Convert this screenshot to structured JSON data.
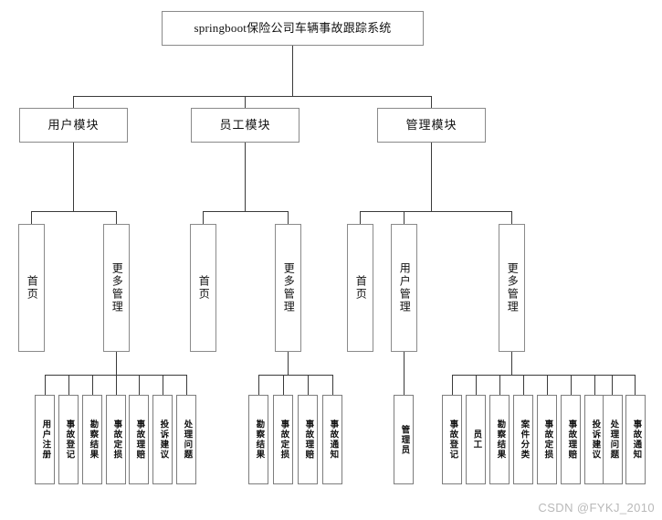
{
  "diagram": {
    "title": "springboot保险公司车辆事故跟踪系统",
    "root": {
      "label": "springboot保险公司车辆事故跟踪系统"
    },
    "modules": [
      {
        "label": "用户模块"
      },
      {
        "label": "员工模块"
      },
      {
        "label": "管理模块"
      }
    ],
    "branches": {
      "user": [
        {
          "label": "首页"
        },
        {
          "label": "更多管理"
        }
      ],
      "staff": [
        {
          "label": "首页"
        },
        {
          "label": "更多管理"
        }
      ],
      "admin": [
        {
          "label": "首页"
        },
        {
          "label": "用户管理"
        },
        {
          "label": "更多管理"
        }
      ]
    },
    "leaves": {
      "user_more": [
        {
          "label": "用户注册"
        },
        {
          "label": "事故登记"
        },
        {
          "label": "勘察结果"
        },
        {
          "label": "事故定损"
        },
        {
          "label": "事故理赔"
        },
        {
          "label": "投诉建议"
        },
        {
          "label": "处理问题"
        }
      ],
      "staff_more": [
        {
          "label": "勘察结果"
        },
        {
          "label": "事故定损"
        },
        {
          "label": "事故理赔"
        },
        {
          "label": "事故通知"
        }
      ],
      "admin_user": [
        {
          "label": "管理员"
        }
      ],
      "admin_more": [
        {
          "label": "事故登记"
        },
        {
          "label": "员工"
        },
        {
          "label": "勘察结果"
        },
        {
          "label": "案件分类"
        },
        {
          "label": "事故定损"
        },
        {
          "label": "事故理赔"
        },
        {
          "label": "投诉建议"
        },
        {
          "label": "处理问题"
        },
        {
          "label": "事故通知"
        }
      ]
    },
    "watermark": "CSDN @FYKJ_2010",
    "colors": {
      "box_border": "#8a8a8a",
      "line": "#3a3a3a",
      "background": "#ffffff",
      "watermark": "#b9b9b9"
    }
  }
}
